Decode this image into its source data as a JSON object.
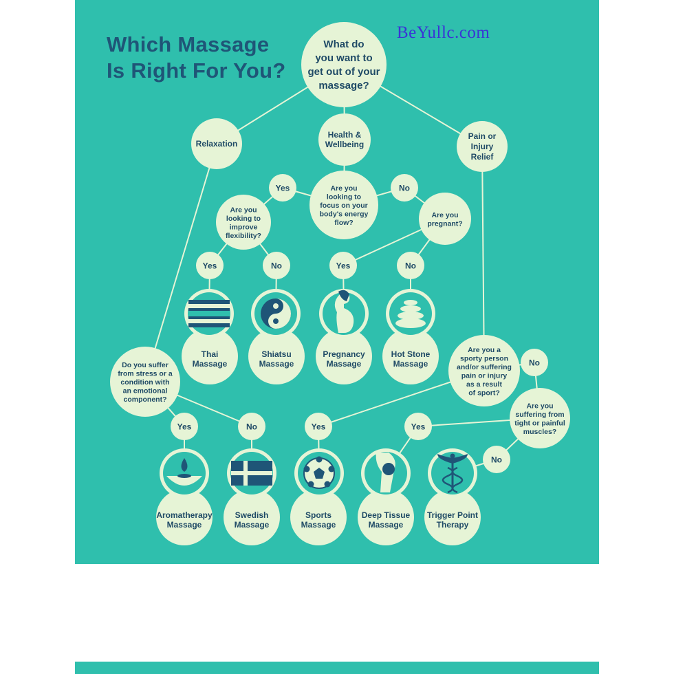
{
  "title": {
    "line1": "Which Massage",
    "line2": "Is Right For You?"
  },
  "watermark": "BeYullc.com",
  "colors": {
    "background": "#2fbfad",
    "node": "#e6f4d6",
    "line": "#e6f4d6",
    "text": "#1f4a66",
    "title": "#1f5577",
    "icon_bg": "#2fbfad",
    "icon_dark": "#1f5577"
  },
  "nodes": {
    "start": [
      "What do",
      "you want to",
      "get out of your",
      "massage?"
    ],
    "relaxation": [
      "Relaxation"
    ],
    "health": [
      "Health &",
      "Wellbeing"
    ],
    "pain": [
      "Pain or",
      "Injury",
      "Relief"
    ],
    "q_energy": [
      "Are you",
      "looking to",
      "focus on your",
      "body's energy",
      "flow?"
    ],
    "q_flex": [
      "Are you",
      "looking to",
      "improve",
      "flexibility?"
    ],
    "q_preg": [
      "Are you",
      "pregnant?"
    ],
    "q_stress": [
      "Do you suffer",
      "from stress or a",
      "condition with",
      "an emotional",
      "component?"
    ],
    "q_sport": [
      "Are you a",
      "sporty person",
      "and/or suffering",
      "pain or injury",
      "as a result",
      "of sport?"
    ],
    "q_tight": [
      "Are you",
      "suffering from",
      "tight or painful",
      "muscles?"
    ]
  },
  "answers": {
    "yes": "Yes",
    "no": "No"
  },
  "results": {
    "thai": [
      "Thai",
      "Massage"
    ],
    "shiatsu": [
      "Shiatsu",
      "Massage"
    ],
    "pregnancy": [
      "Pregnancy",
      "Massage"
    ],
    "hotstone": [
      "Hot Stone",
      "Massage"
    ],
    "aroma": [
      "Aromatherapy",
      "Massage"
    ],
    "swedish": [
      "Swedish",
      "Massage"
    ],
    "sports": [
      "Sports",
      "Massage"
    ],
    "deep": [
      "Deep Tissue",
      "Massage"
    ],
    "trigger": [
      "Trigger Point",
      "Therapy"
    ]
  },
  "icons": {
    "thai": "thai-flag-icon",
    "shiatsu": "yin-yang-icon",
    "pregnancy": "pregnant-woman-icon",
    "hotstone": "stacked-stones-icon",
    "aroma": "oil-drop-bowl-icon",
    "swedish": "swedish-flag-icon",
    "sports": "football-icon",
    "deep": "knee-joint-icon",
    "trigger": "caduceus-icon"
  }
}
